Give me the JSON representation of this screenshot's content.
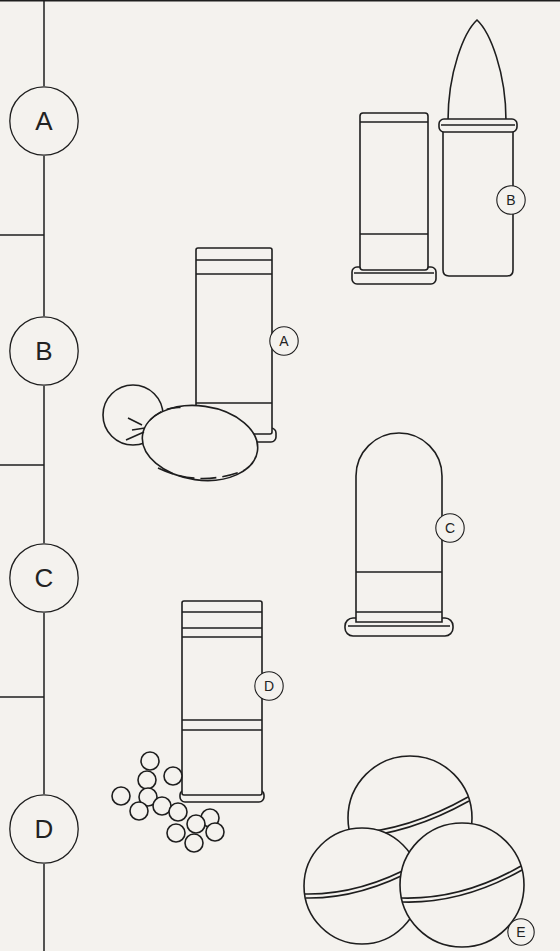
{
  "diagram": {
    "nodes": [
      {
        "text": [
          "A"
        ]
      },
      {
        "text": [
          "B"
        ]
      },
      {
        "text": [
          "A"
        ]
      },
      {
        "text": [
          "B"
        ]
      },
      {
        "text": [
          "C"
        ]
      },
      {
        "text": [
          "C"
        ]
      },
      {
        "text": [
          "D"
        ]
      },
      {
        "text": [
          "D"
        ]
      },
      {
        "text": [
          "E"
        ]
      }
    ],
    "edges": [
      {
        "from": 0,
        "to": 3,
        "arrow": "none"
      },
      {
        "from": 3,
        "to": 5,
        "arrow": "none"
      },
      {
        "from": 5,
        "to": 7,
        "arrow": "none"
      }
    ]
  }
}
